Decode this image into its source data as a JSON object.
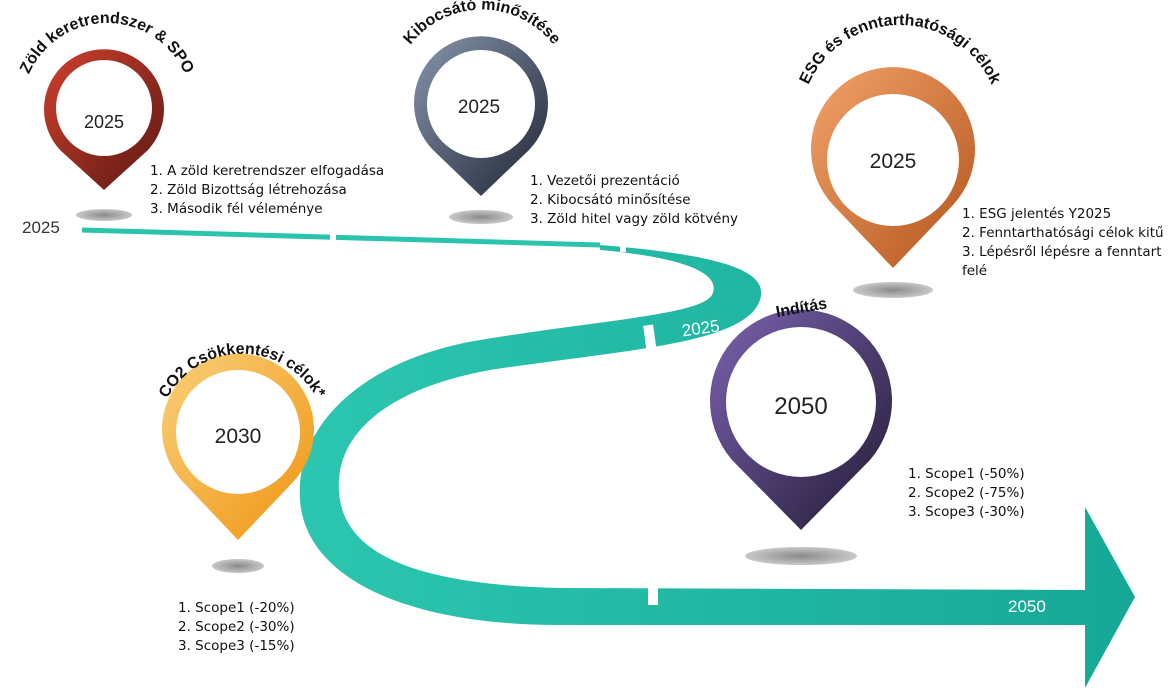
{
  "start_label": "2025",
  "road_labels": {
    "mid": "2025",
    "end": "2050"
  },
  "colors": {
    "road": "#2ac4ad",
    "pin_red": "#9b2a1e",
    "pin_slate": "#5c6a80",
    "pin_orange": "#e08a4a",
    "pin_yellow": "#f2a623",
    "pin_purple": "#5d4a86"
  },
  "milestones": [
    {
      "title": "Zöld keretrendszer & SPO",
      "year": "2025",
      "items": [
        "1. A zöld keretrendszer elfogadása",
        "2. Zöld Bizottság létrehozása",
        "3. Második fél véleménye"
      ]
    },
    {
      "title": "Kibocsátó minősítése",
      "year": "2025",
      "items": [
        "1. Vezetői prezentáció",
        "2. Kibocsátó minősítése",
        "3. Zöld hitel vagy zöld kötvény"
      ]
    },
    {
      "title": "ESG és fenntarthatósági célok",
      "year": "2025",
      "items": [
        "1. ESG jelentés Y2025",
        "2. Fenntarthatósági célok kitű",
        "3. Lépésről lépésre a fenntart",
        "felé"
      ]
    },
    {
      "title": "CO2 Csökkentési célok*",
      "year": "2030",
      "items": [
        "1. Scope1 (-20%)",
        "2. Scope2 (-30%)",
        "3. Scope3 (-15%)"
      ]
    },
    {
      "title": "Indítás",
      "year": "2050",
      "items": [
        "1. Scope1 (-50%)",
        "2. Scope2 (-75%)",
        "3. Scope3 (-30%)"
      ]
    }
  ]
}
